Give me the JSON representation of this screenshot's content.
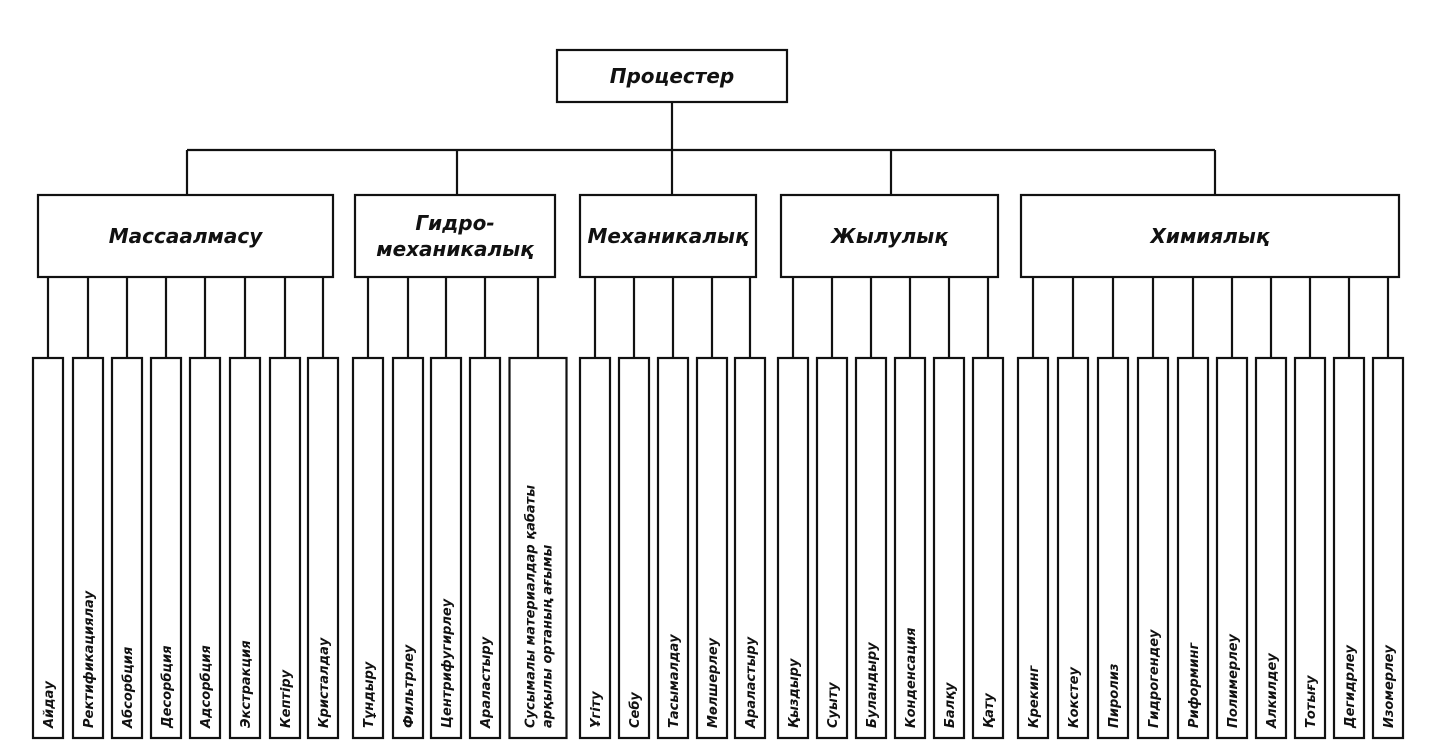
{
  "root": {
    "label": "Процестер"
  },
  "categories": [
    {
      "lines": [
        "Массаалмасу"
      ],
      "items": [
        "Айдау",
        "Ректификациялау",
        "Абсорбция",
        "Десорбция",
        "Адсорбция",
        "Экстракция",
        "Кептіру",
        "Кристалдау"
      ]
    },
    {
      "lines": [
        "Гидро-",
        "механикалық"
      ],
      "items": [
        "Тұндыру",
        "Фильтрлеу",
        "Центрифугирлеу",
        "Араластыру",
        [
          "Сусымалы материалдар қабаты",
          "арқылы ортаның ағымы"
        ]
      ]
    },
    {
      "lines": [
        "Механикалық"
      ],
      "items": [
        "Ұгіту",
        "Себу",
        "Тасымалдау",
        "Мөлшерлеу",
        "Араластыру"
      ]
    },
    {
      "lines": [
        "Жылулық"
      ],
      "items": [
        "Қыздыру",
        "Суыту",
        "Буландыру",
        "Конденсация",
        "Балқу",
        "Қату"
      ]
    },
    {
      "lines": [
        "Химиялық"
      ],
      "items": [
        "Крекинг",
        "Кокстеу",
        "Пиролиз",
        "Гидрогендеу",
        "Риформинг",
        "Полимерлеу",
        "Алкилдеу",
        "Тотығу",
        "Дегидрлеу",
        "Изомерлеу"
      ]
    }
  ]
}
